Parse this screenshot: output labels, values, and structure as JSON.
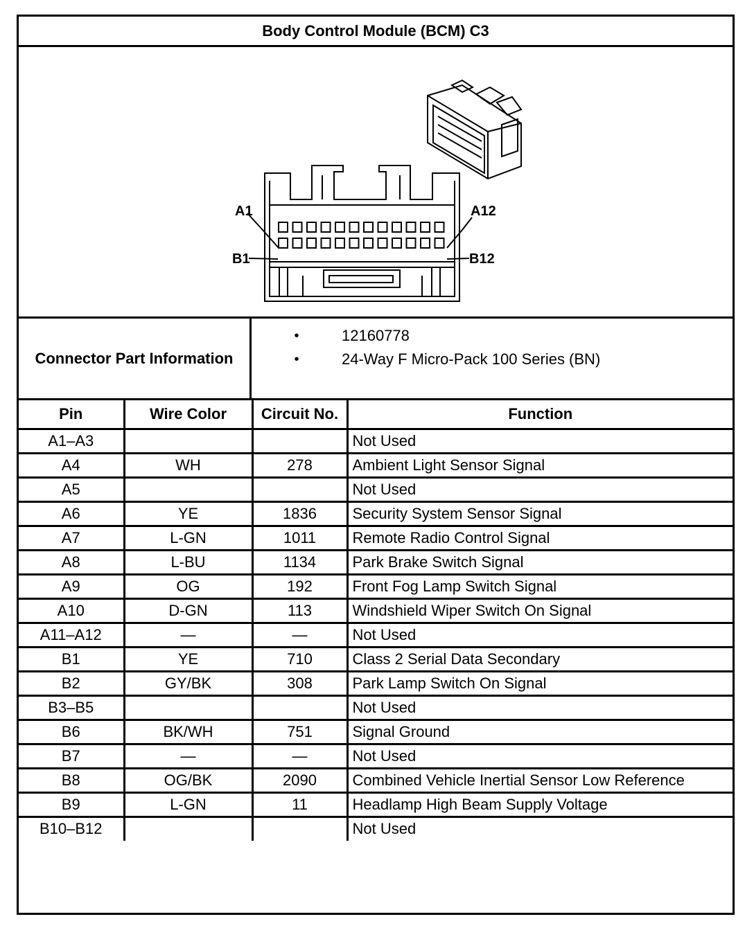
{
  "title": "Body Control Module (BCM) C3",
  "diagram": {
    "labels": {
      "a1": "A1",
      "a12": "A12",
      "b1": "B1",
      "b12": "B12"
    },
    "icon": "connector-face-view-and-isometric-icon"
  },
  "connector_info": {
    "label": "Connector Part Information",
    "bullet": "•",
    "items": [
      "12160778",
      "24-Way F Micro-Pack 100 Series (BN)"
    ]
  },
  "table": {
    "headers": [
      "Pin",
      "Wire Color",
      "Circuit No.",
      "Function"
    ],
    "rows": [
      [
        "A1–A3",
        "",
        "",
        "Not Used"
      ],
      [
        "A4",
        "WH",
        "278",
        "Ambient Light Sensor Signal"
      ],
      [
        "A5",
        "",
        "",
        "Not Used"
      ],
      [
        "A6",
        "YE",
        "1836",
        "Security System Sensor Signal"
      ],
      [
        "A7",
        "L-GN",
        "1011",
        "Remote Radio Control Signal"
      ],
      [
        "A8",
        "L-BU",
        "1134",
        "Park Brake Switch Signal"
      ],
      [
        "A9",
        "OG",
        "192",
        "Front Fog Lamp Switch Signal"
      ],
      [
        "A10",
        "D-GN",
        "113",
        "Windshield Wiper Switch On Signal"
      ],
      [
        "A11–A12",
        "—",
        "—",
        "Not Used"
      ],
      [
        "B1",
        "YE",
        "710",
        "Class 2 Serial Data Secondary"
      ],
      [
        "B2",
        "GY/BK",
        "308",
        "Park Lamp Switch On Signal"
      ],
      [
        "B3–B5",
        "",
        "",
        "Not Used"
      ],
      [
        "B6",
        "BK/WH",
        "751",
        "Signal Ground"
      ],
      [
        "B7",
        "—",
        "—",
        "Not Used"
      ],
      [
        "B8",
        "OG/BK",
        "2090",
        "Combined Vehicle Inertial Sensor Low Reference"
      ],
      [
        "B9",
        "L-GN",
        "11",
        "Headlamp High Beam Supply Voltage"
      ],
      [
        "B10–B12",
        "",
        "",
        "Not Used"
      ]
    ]
  }
}
